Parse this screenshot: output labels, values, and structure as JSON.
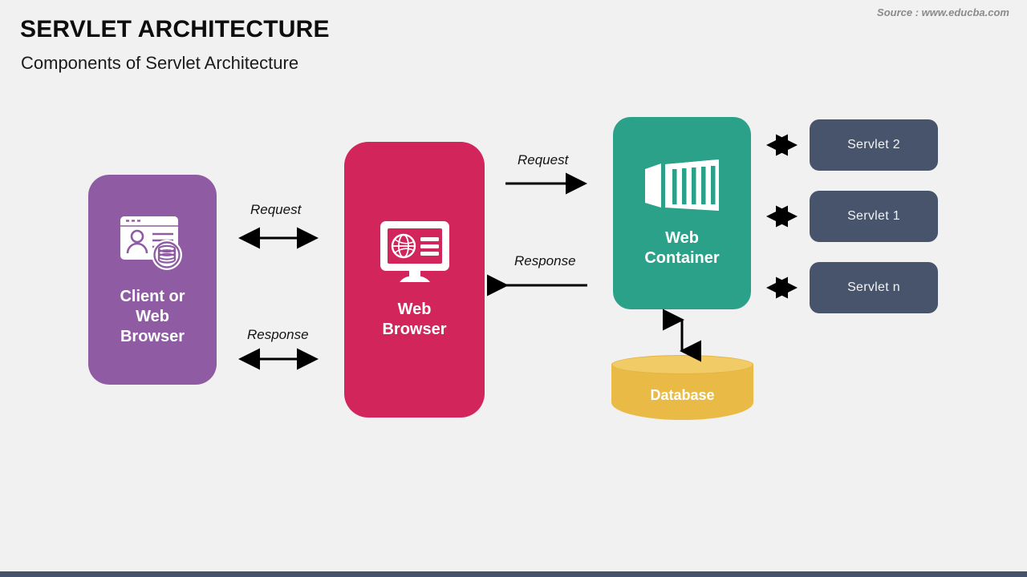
{
  "header": {
    "title": "SERVLET ARCHITECTURE",
    "subtitle": "Components of Servlet Architecture",
    "source": "Source : www.educba.com"
  },
  "nodes": {
    "client": {
      "label": "Client or\nWeb\nBrowser",
      "color": "#8f5ca3",
      "icon": "browser-user-database-icon"
    },
    "browser": {
      "label": "Web\nBrowser",
      "color": "#d1255c",
      "icon": "monitor-globe-icon"
    },
    "container": {
      "label": "Web\nContainer",
      "color": "#2ba189",
      "icon": "shipping-container-icon"
    },
    "database": {
      "label": "Database",
      "color": "#e9ba45",
      "top_color": "#f0cb66"
    }
  },
  "servlets": [
    {
      "label": "Servlet 2"
    },
    {
      "label": "Servlet 1"
    },
    {
      "label": "Servlet n"
    }
  ],
  "connectors": {
    "client_browser_request": "Request",
    "client_browser_response": "Response",
    "browser_container_request": "Request",
    "browser_container_response": "Response"
  },
  "colors": {
    "background": "#f1f1f1",
    "servlet_box": "#47546b",
    "bottom_bar": "#45536a",
    "arrow": "#000000",
    "title_text": "#0d0d0d",
    "source_text": "#8a8a8a"
  }
}
